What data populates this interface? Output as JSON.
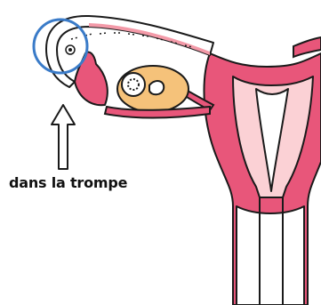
{
  "diagram": {
    "label": "dans la trompe",
    "colors": {
      "tissue": "#e8567a",
      "tissue_light": "#f39aa8",
      "lining": "#fbd1d5",
      "outline": "#1a1a1a",
      "ovary": "#f5c27a",
      "highlight_circle": "#3a7bc8"
    },
    "icons": [
      "uterus-diagram",
      "fallopian-tube",
      "ovary",
      "egg",
      "pointer-arrow",
      "highlight-circle"
    ]
  }
}
